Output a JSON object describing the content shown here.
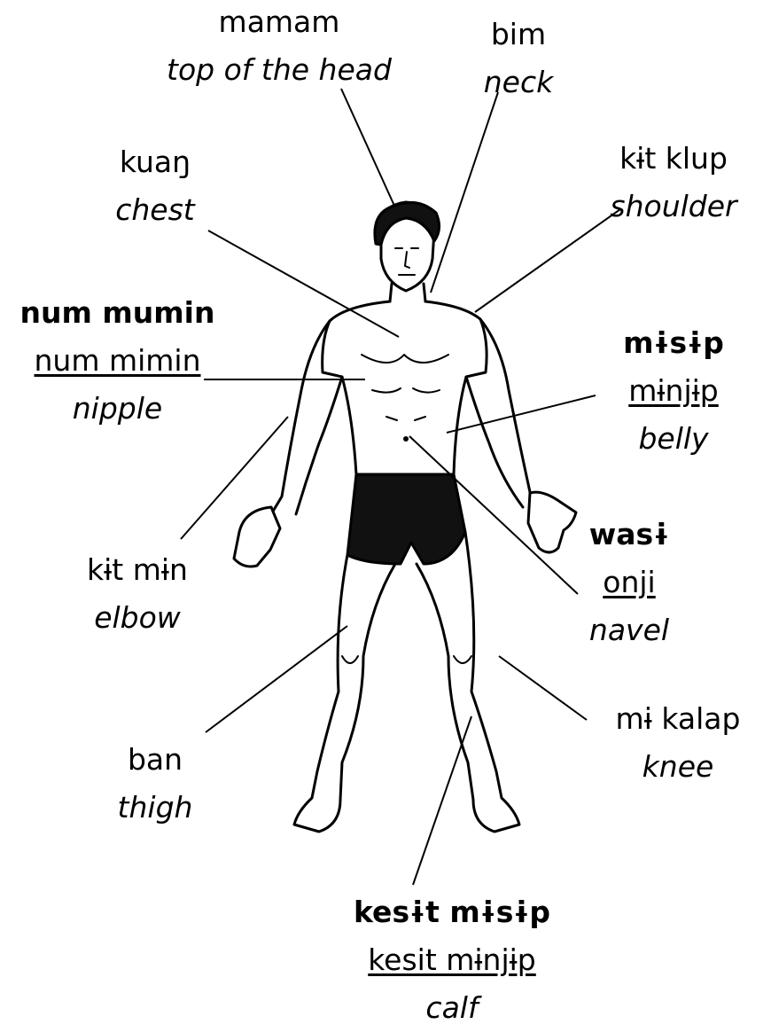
{
  "labels": {
    "top_of_head": {
      "term": "mamam",
      "gloss": "top of the head"
    },
    "neck": {
      "term": "bim",
      "gloss": "neck"
    },
    "chest": {
      "term": "kuaŋ",
      "gloss": "chest"
    },
    "shoulder": {
      "term": "kɨt klup",
      "gloss": "shoulder"
    },
    "nipple": {
      "term": "num mumin",
      "variant": "num mimin",
      "gloss": "nipple"
    },
    "belly": {
      "term": "mɨsɨp",
      "variant": "mɨnjɨp",
      "gloss": "belly"
    },
    "elbow": {
      "term": "kɨt mɨn",
      "gloss": "elbow"
    },
    "navel": {
      "term": "wasɨ",
      "variant": "onji",
      "gloss": "navel"
    },
    "knee": {
      "term": "mɨ kalap",
      "gloss": "knee"
    },
    "thigh": {
      "term": "ban",
      "gloss": "thigh"
    },
    "calf": {
      "term": "kesɨt mɨsɨp",
      "variant": "kesit mɨnjɨp",
      "gloss": "calf"
    }
  }
}
